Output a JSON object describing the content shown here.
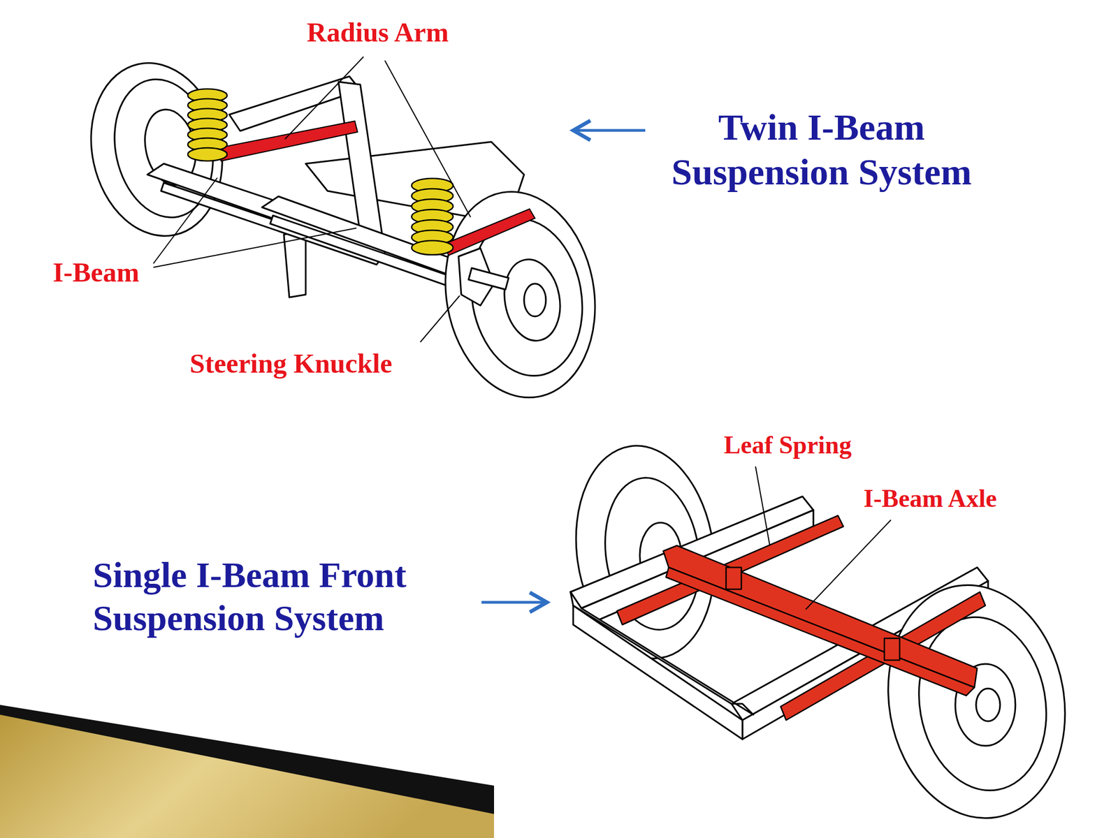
{
  "diagram": {
    "labels": [
      "Radius Arm",
      "Twin I-Beam Suspension System",
      "I-Beam",
      "Steering Knuckle",
      "Single I-Beam Front Suspension System",
      "Leaf Spring",
      "I-Beam Axle"
    ]
  }
}
